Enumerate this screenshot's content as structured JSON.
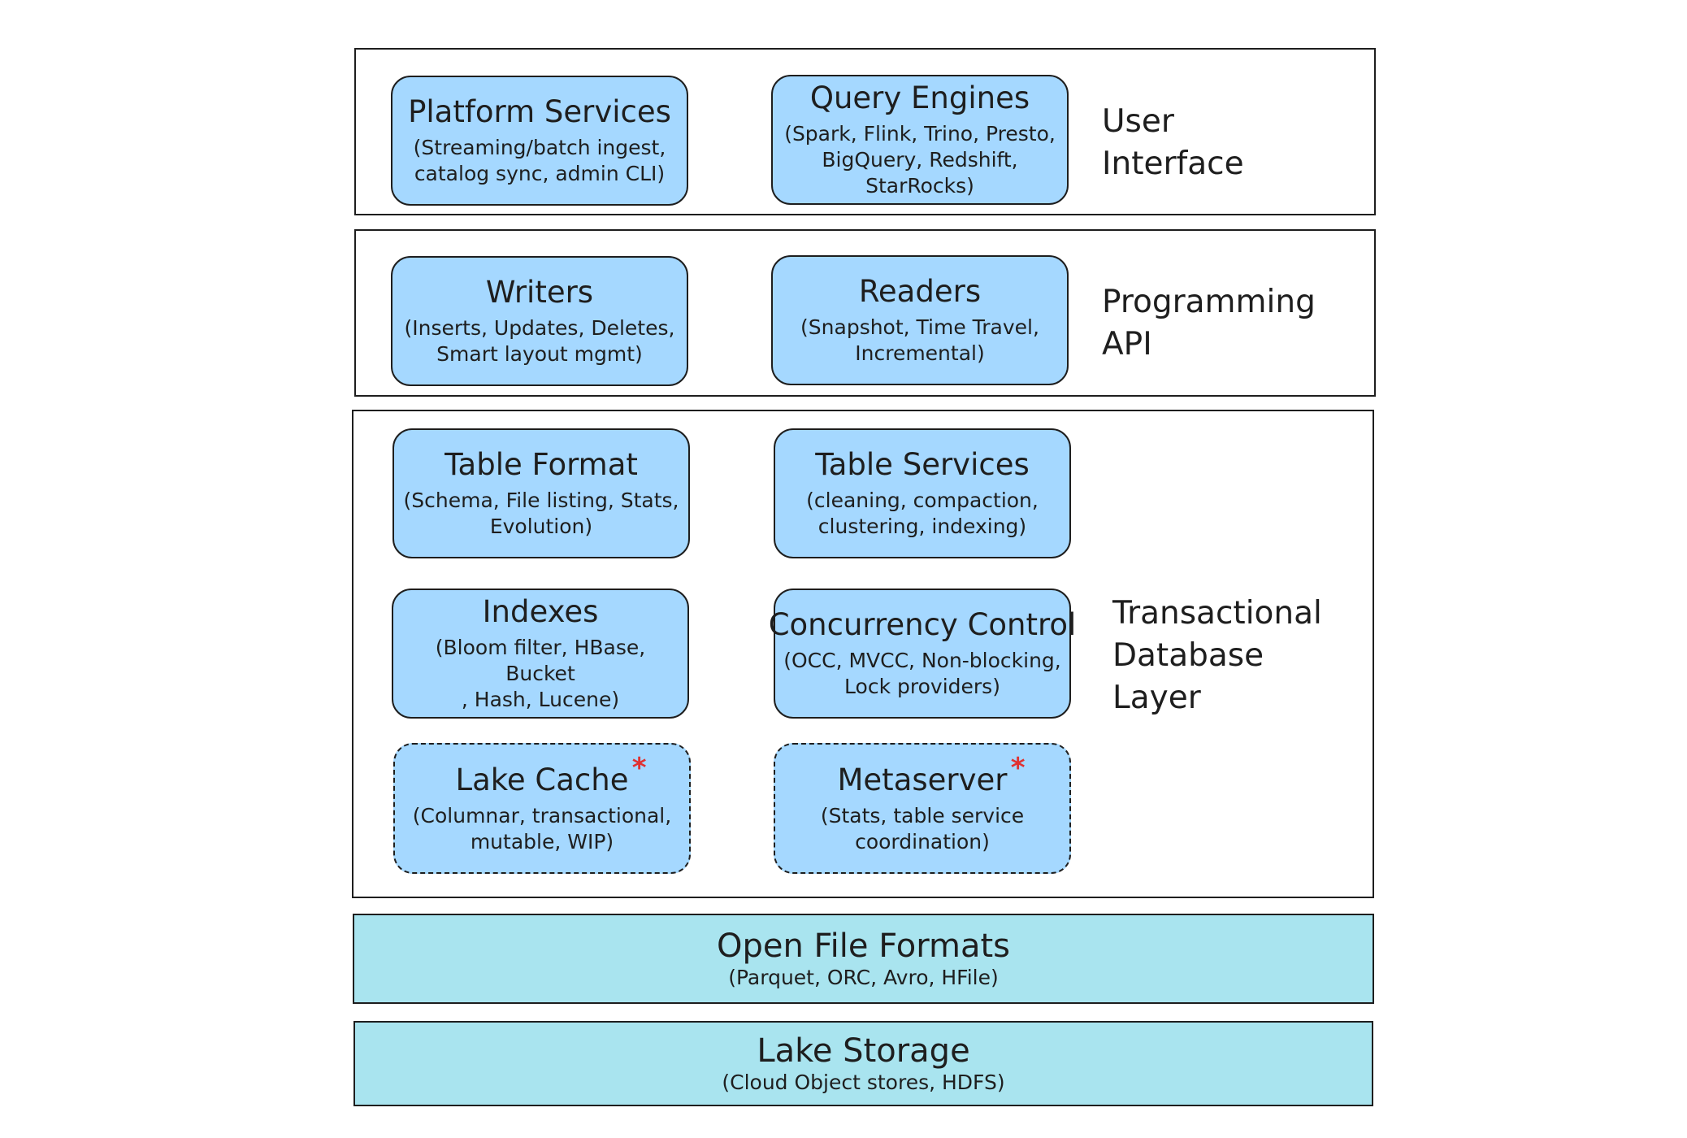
{
  "layers": {
    "user_interface": {
      "label": "User\nInterface",
      "cards": [
        {
          "title": "Platform Services",
          "desc": "(Streaming/batch ingest,\ncatalog sync, admin CLI)"
        },
        {
          "title": "Query Engines",
          "desc": "(Spark, Flink, Trino, Presto,\nBigQuery, Redshift, StarRocks)"
        }
      ]
    },
    "programming_api": {
      "label": "Programming\nAPI",
      "cards": [
        {
          "title": "Writers",
          "desc": "(Inserts, Updates, Deletes,\nSmart layout mgmt)"
        },
        {
          "title": "Readers",
          "desc": "(Snapshot, Time Travel,\nIncremental)"
        }
      ]
    },
    "transactional_database": {
      "label": "Transactional\nDatabase\nLayer",
      "cards": [
        {
          "title": "Table Format",
          "desc": "(Schema, File listing, Stats,\nEvolution)"
        },
        {
          "title": "Table Services",
          "desc": "(cleaning, compaction,\nclustering, indexing)"
        },
        {
          "title": "Indexes",
          "desc": "(Bloom filter, HBase, Bucket\n, Hash, Lucene)"
        },
        {
          "title": "Concurrency Control",
          "desc": "(OCC, MVCC, Non-blocking,\nLock providers)"
        },
        {
          "title": "Lake Cache",
          "desc": "(Columnar, transactional,\nmutable, WIP)",
          "marker": "*"
        },
        {
          "title": "Metaserver",
          "desc": "(Stats, table service\ncoordination)",
          "marker": "*"
        }
      ]
    }
  },
  "bands": {
    "open_file_formats": {
      "title": "Open File Formats",
      "desc": "(Parquet, ORC, Avro, HFile)"
    },
    "lake_storage": {
      "title": "Lake Storage",
      "desc": "(Cloud Object stores, HDFS)"
    }
  },
  "colors": {
    "card_fill": "#a5d8ff",
    "band_fill": "#a9e4ef",
    "marker": "#e03131",
    "stroke": "#1e1e1e"
  }
}
